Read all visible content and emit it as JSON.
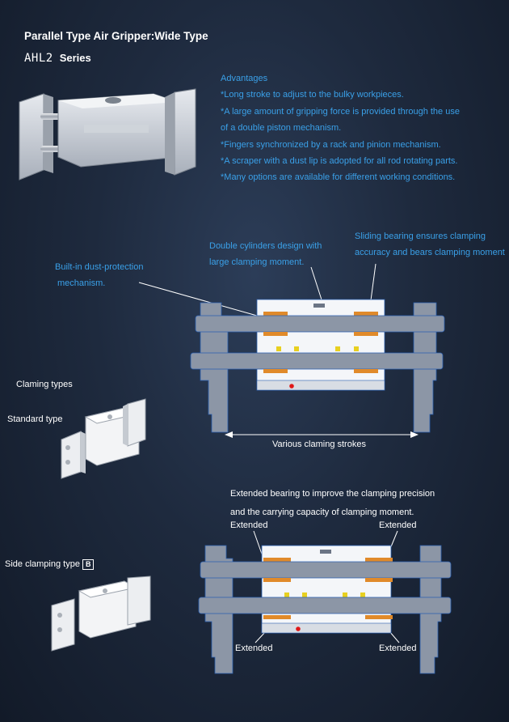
{
  "header": {
    "title": "Parallel Type Air Gripper:Wide Type",
    "series_code": "AHL2",
    "series_word": "Series"
  },
  "advantages": {
    "heading": "Advantages",
    "items": [
      "*Long stroke to adjust to the bulky workpieces.",
      "*A large amount of gripping force is provided through the use",
      "of a double piston mechanism.",
      "*Fingers synchronized by a rack and pinion mechanism.",
      "*A scraper with a dust lip is adopted for all rod rotating parts.",
      "*Many options are available for different working conditions."
    ]
  },
  "callouts": {
    "double_cyl": [
      "Double cylinders design with",
      "large clamping moment."
    ],
    "sliding": [
      "Sliding bearing ensures clamping",
      "accuracy and bears clamping moment"
    ],
    "dust": [
      "Built-in dust-protection",
      "mechanism."
    ],
    "strokes": "Various claming strokes"
  },
  "types": {
    "heading": "Claming types",
    "standard": "Standard type",
    "side": "Side clamping type",
    "side_badge": "B"
  },
  "extended": {
    "caption": [
      "Extended bearing to improve the clamping precision",
      "and the carrying capacity of clamping moment."
    ],
    "label_tl": "Extended",
    "label_tr": "Extended",
    "label_bl": "Extended",
    "label_br": "Extended"
  },
  "colors": {
    "accent_blue": "#3aa0e8",
    "bearing_orange": "#e08a2a",
    "seal_yellow": "#e8d020",
    "body_gray": "#8c96a6"
  }
}
